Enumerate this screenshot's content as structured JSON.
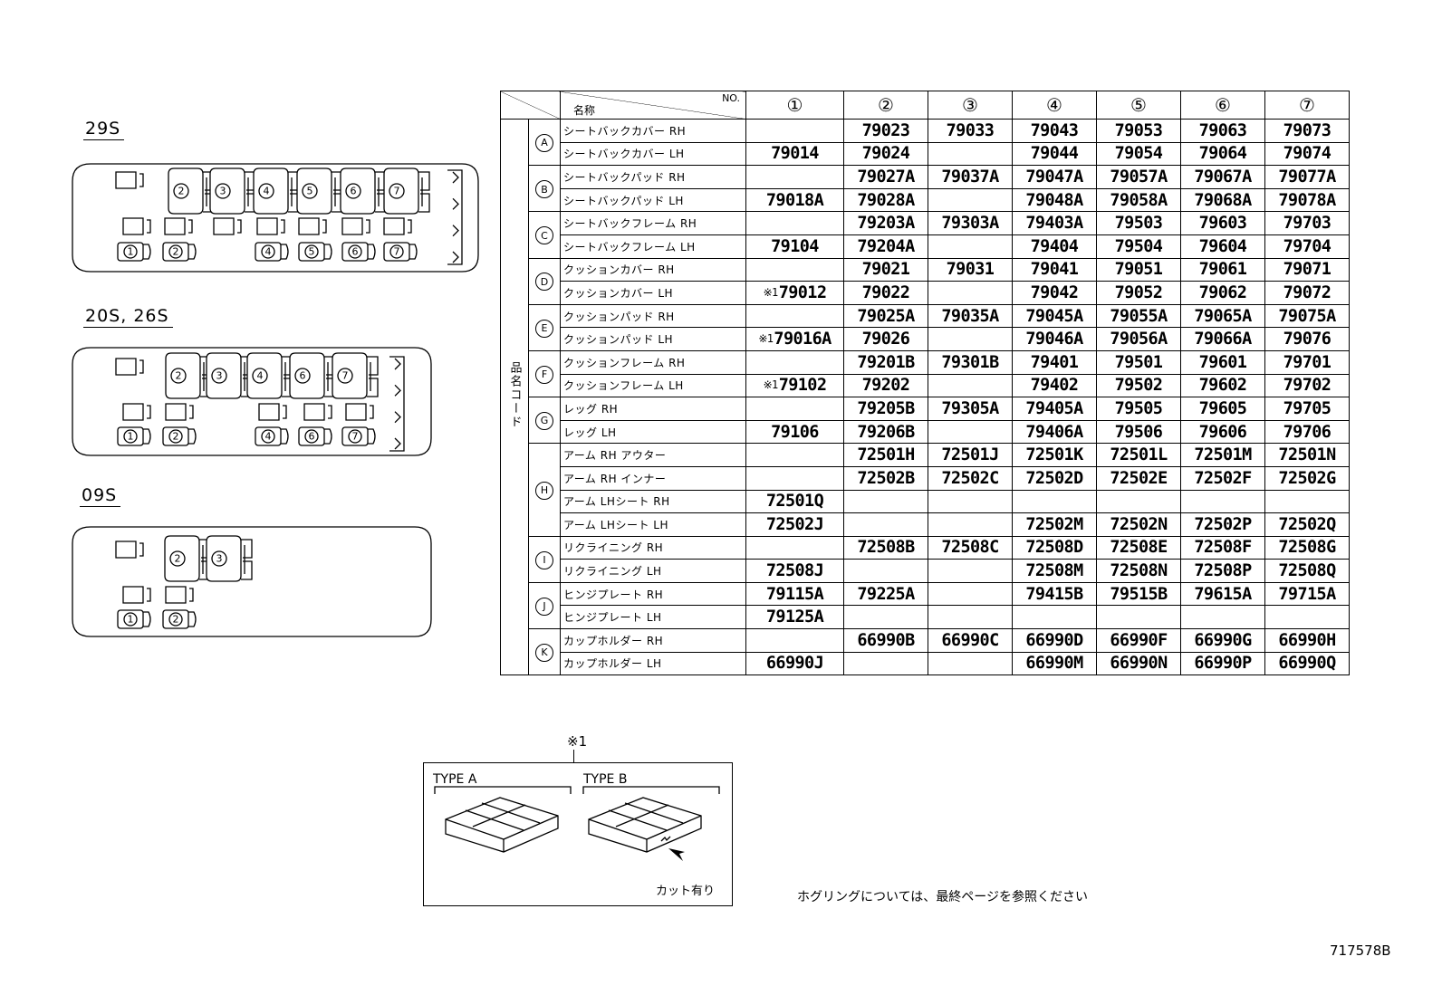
{
  "layouts": [
    {
      "label": "29S"
    },
    {
      "label": "20S, 26S"
    },
    {
      "label": "09S"
    }
  ],
  "seat_numbers": [
    "①",
    "②",
    "③",
    "④",
    "⑤",
    "⑥",
    "⑦"
  ],
  "table": {
    "corner_top": "NO.",
    "corner_bottom": "名称",
    "vertical_label": "品名コード",
    "note_mark": "※1",
    "columns": [
      "①",
      "②",
      "③",
      "④",
      "⑤",
      "⑥",
      "⑦"
    ],
    "groups": [
      {
        "letter": "A",
        "rows": [
          {
            "name": "シートバックカバー RH",
            "cells": [
              "",
              "79023",
              "79033",
              "79043",
              "79053",
              "79063",
              "79073"
            ]
          },
          {
            "name": "シートバックカバー LH",
            "cells": [
              "79014",
              "79024",
              "",
              "79044",
              "79054",
              "79064",
              "79074"
            ]
          }
        ]
      },
      {
        "letter": "B",
        "rows": [
          {
            "name": "シートバックパッド RH",
            "cells": [
              "",
              "79027A",
              "79037A",
              "79047A",
              "79057A",
              "79067A",
              "79077A"
            ]
          },
          {
            "name": "シートバックパッド LH",
            "cells": [
              "79018A",
              "79028A",
              "",
              "79048A",
              "79058A",
              "79068A",
              "79078A"
            ]
          }
        ]
      },
      {
        "letter": "C",
        "rows": [
          {
            "name": "シートバックフレーム RH",
            "cells": [
              "",
              "79203A",
              "79303A",
              "79403A",
              "79503",
              "79603",
              "79703"
            ]
          },
          {
            "name": "シートバックフレーム LH",
            "cells": [
              "79104",
              "79204A",
              "",
              "79404",
              "79504",
              "79604",
              "79704"
            ]
          }
        ]
      },
      {
        "letter": "D",
        "rows": [
          {
            "name": "クッションカバー RH",
            "cells": [
              "",
              "79021",
              "79031",
              "79041",
              "79051",
              "79061",
              "79071"
            ]
          },
          {
            "name": "クッションカバー LH",
            "cells": [
              "79012",
              "79022",
              "",
              "79042",
              "79052",
              "79062",
              "79072"
            ],
            "note": true
          }
        ]
      },
      {
        "letter": "E",
        "rows": [
          {
            "name": "クッションパッド RH",
            "cells": [
              "",
              "79025A",
              "79035A",
              "79045A",
              "79055A",
              "79065A",
              "79075A"
            ]
          },
          {
            "name": "クッションパッド LH",
            "cells": [
              "79016A",
              "79026",
              "",
              "79046A",
              "79056A",
              "79066A",
              "79076"
            ],
            "note": true
          }
        ]
      },
      {
        "letter": "F",
        "rows": [
          {
            "name": "クッションフレーム RH",
            "cells": [
              "",
              "79201B",
              "79301B",
              "79401",
              "79501",
              "79601",
              "79701"
            ]
          },
          {
            "name": "クッションフレーム LH",
            "cells": [
              "79102",
              "79202",
              "",
              "79402",
              "79502",
              "79602",
              "79702"
            ],
            "note": true
          }
        ]
      },
      {
        "letter": "G",
        "rows": [
          {
            "name": "レッグ RH",
            "cells": [
              "",
              "79205B",
              "79305A",
              "79405A",
              "79505",
              "79605",
              "79705"
            ]
          },
          {
            "name": "レッグ LH",
            "cells": [
              "79106",
              "79206B",
              "",
              "79406A",
              "79506",
              "79606",
              "79706"
            ]
          }
        ]
      },
      {
        "letter": "H",
        "rows": [
          {
            "name": "アーム RH アウター",
            "cells": [
              "",
              "72501H",
              "72501J",
              "72501K",
              "72501L",
              "72501M",
              "72501N"
            ]
          },
          {
            "name": "アーム RH インナー",
            "cells": [
              "",
              "72502B",
              "72502C",
              "72502D",
              "72502E",
              "72502F",
              "72502G"
            ]
          },
          {
            "name": "アーム LHシート RH",
            "cells": [
              "72501Q",
              "",
              "",
              "",
              "",
              "",
              ""
            ]
          },
          {
            "name": "アーム LHシート LH",
            "cells": [
              "72502J",
              "",
              "",
              "72502M",
              "72502N",
              "72502P",
              "72502Q"
            ]
          }
        ]
      },
      {
        "letter": "I",
        "rows": [
          {
            "name": "リクライニング RH",
            "cells": [
              "",
              "72508B",
              "72508C",
              "72508D",
              "72508E",
              "72508F",
              "72508G"
            ]
          },
          {
            "name": "リクライニング LH",
            "cells": [
              "72508J",
              "",
              "",
              "72508M",
              "72508N",
              "72508P",
              "72508Q"
            ]
          }
        ]
      },
      {
        "letter": "J",
        "rows": [
          {
            "name": "ヒンジプレート RH",
            "cells": [
              "79115A",
              "79225A",
              "",
              "79415B",
              "79515B",
              "79615A",
              "79715A"
            ]
          },
          {
            "name": "ヒンジプレート LH",
            "cells": [
              "79125A",
              "",
              "",
              "",
              "",
              "",
              ""
            ]
          }
        ]
      },
      {
        "letter": "K",
        "rows": [
          {
            "name": "カップホルダー RH",
            "cells": [
              "",
              "66990B",
              "66990C",
              "66990D",
              "66990F",
              "66990G",
              "66990H"
            ]
          },
          {
            "name": "カップホルダー LH",
            "cells": [
              "66990J",
              "",
              "",
              "66990M",
              "66990N",
              "66990P",
              "66990Q"
            ]
          }
        ]
      }
    ]
  },
  "inset": {
    "mark": "※1",
    "type_a": "TYPE A",
    "type_b": "TYPE B",
    "cut_label": "カット有り"
  },
  "footnote": "ホグリングについては、最終ページを参照ください",
  "drawing_number": "717578B"
}
